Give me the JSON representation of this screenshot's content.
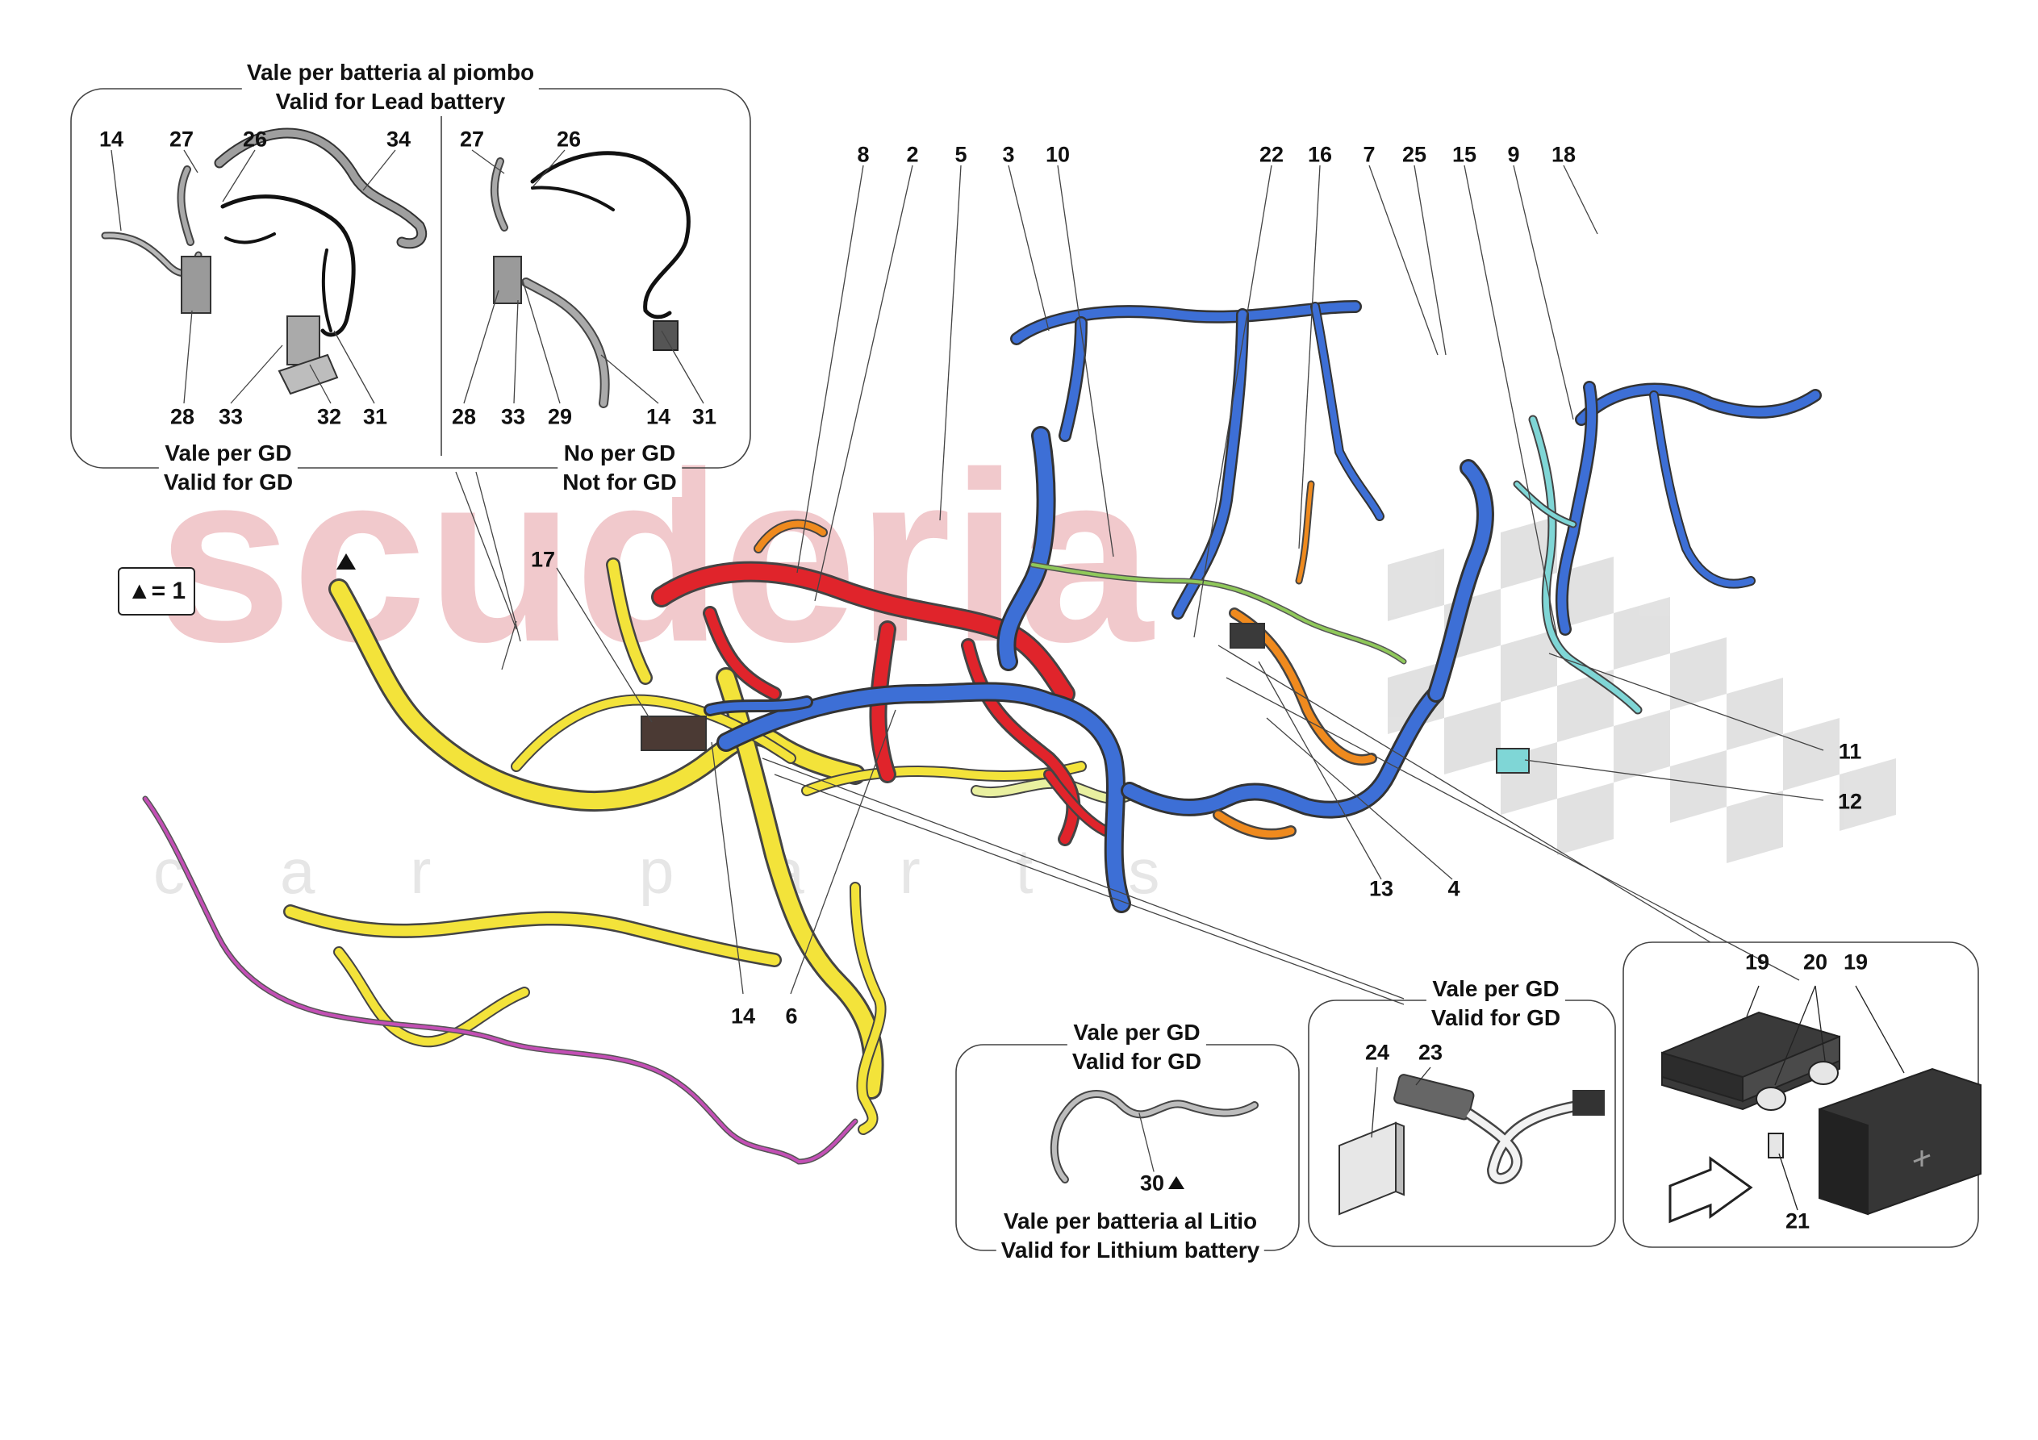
{
  "watermark": {
    "brand": "scuderia",
    "sub": "car parts"
  },
  "legend": {
    "text": "▲= 1"
  },
  "captions": {
    "lead_battery": [
      "Vale per batteria al piombo",
      "Valid for Lead battery"
    ],
    "valid_gd_left": [
      "Vale per GD",
      "Valid for GD"
    ],
    "not_gd": [
      "No per GD",
      "Not for GD"
    ],
    "valid_gd_connector": [
      "Vale per GD",
      "Valid for GD"
    ],
    "valid_gd_cable": [
      "Vale per GD",
      "Valid for GD"
    ],
    "lithium_battery": [
      "Vale per batteria al Litio",
      "Valid for Lithium battery"
    ]
  },
  "callouts": {
    "inset_lead": {
      "left_top": [
        "14",
        "27",
        "26",
        "34"
      ],
      "left_bottom": [
        "28",
        "33",
        "32",
        "31"
      ],
      "right_top": [
        "27",
        "26"
      ],
      "right_bottom": [
        "28",
        "33",
        "29",
        "14",
        "31"
      ]
    },
    "main_top": [
      "8",
      "2",
      "5",
      "3",
      "10",
      "22",
      "16",
      "7",
      "25",
      "15",
      "9",
      "18"
    ],
    "main_left": "17",
    "main_right": [
      "11",
      "12"
    ],
    "main_bottom": [
      "14",
      "6",
      "13",
      "4"
    ],
    "inset_cable": "30",
    "inset_connector": [
      "24",
      "23"
    ],
    "inset_battery": [
      "19",
      "20",
      "19",
      "21"
    ]
  },
  "colors": {
    "harness_yellow": "#f3e33a",
    "harness_red": "#e0242b",
    "harness_blue": "#3d6fd6",
    "harness_orange": "#ef8a1e",
    "harness_cyan": "#7fd6d6",
    "harness_magenta": "#c34fb5",
    "harness_green": "#8fc85a"
  }
}
